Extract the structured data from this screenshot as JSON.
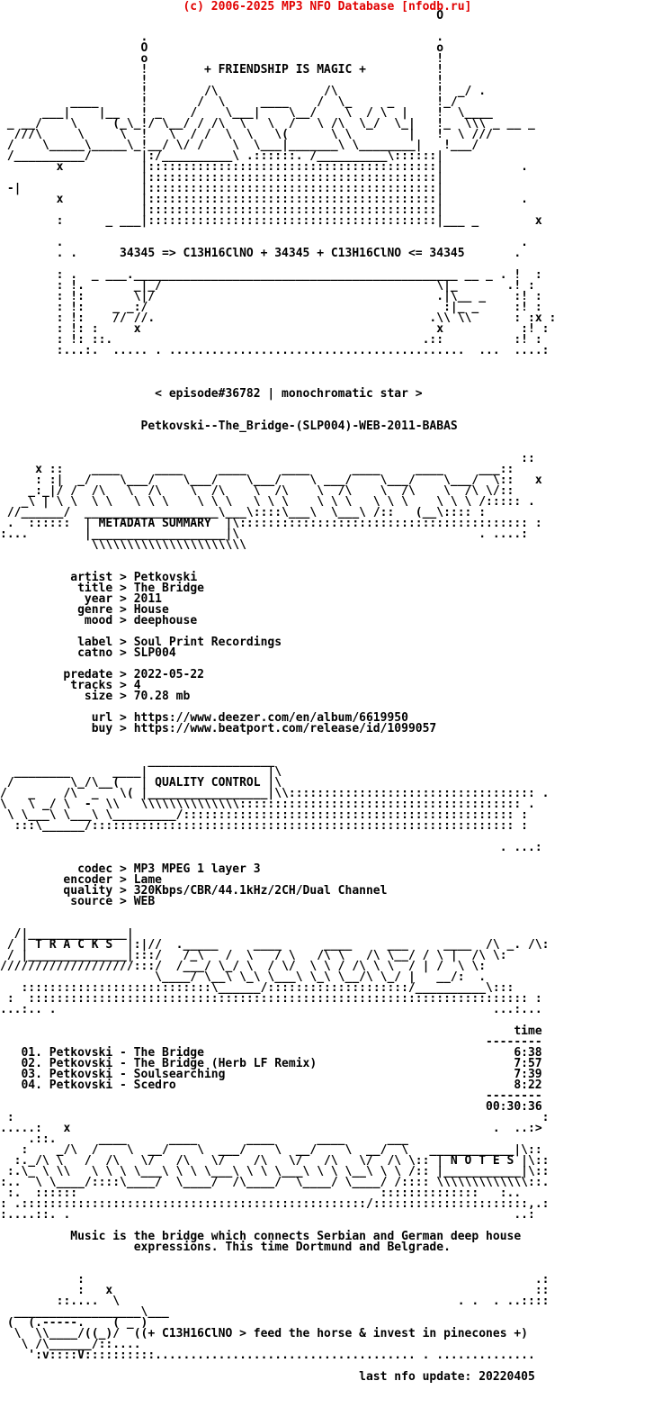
{
  "colors": {
    "background": "#ffffff",
    "text": "#000000",
    "header_red": "#e10000"
  },
  "header": {
    "copyright": "(c) 2006-2025 MP3 NFO Database [nfodb.ru]"
  },
  "slogans": {
    "friendship": "+ FRIENDSHIP IS MAGIC +",
    "chemistry": "34345 => C13H16ClNO + 34345 + C13H16ClNO <= 34345",
    "episode": "< episode#36782 | monochromatic star >",
    "pinecones": "((+ C13H16ClNO > feed the horse & invest in pinecones +)",
    "last_update": "last nfo update: 20220405"
  },
  "release": {
    "name": "Petkovski--The_Bridge-(SLP004)-WEB-2011-BABAS"
  },
  "sections": {
    "metadata_title": "METADATA SUMMARY",
    "quality_title": "QUALITY CONTROL",
    "tracks_title": "T R A C K S",
    "notes_title": "N O T E S"
  },
  "metadata": {
    "sep": " > ",
    "rows": [
      {
        "label": "artist",
        "value": "Petkovski"
      },
      {
        "label": "title",
        "value": "The Bridge"
      },
      {
        "label": "year",
        "value": "2011"
      },
      {
        "label": "genre",
        "value": "House"
      },
      {
        "label": "mood",
        "value": "deephouse"
      },
      {
        "label": "label",
        "value": "Soul Print Recordings"
      },
      {
        "label": "catno",
        "value": "SLP004"
      },
      {
        "label": "predate",
        "value": "2022-05-22"
      },
      {
        "label": "tracks",
        "value": "4"
      },
      {
        "label": "size",
        "value": "70.28 mb"
      },
      {
        "label": "url",
        "value": "https://www.deezer.com/en/album/6619950"
      },
      {
        "label": "buy",
        "value": "https://www.beatport.com/release/id/1099057"
      }
    ]
  },
  "quality": {
    "rows": [
      {
        "label": "codec",
        "value": "MP3 MPEG 1 layer 3"
      },
      {
        "label": "encoder",
        "value": "Lame"
      },
      {
        "label": "quality",
        "value": "320Kbps/CBR/44.1kHz/2CH/Dual Channel"
      },
      {
        "label": "source",
        "value": "WEB"
      }
    ]
  },
  "tracks": {
    "time_header": "time",
    "separator": "--------",
    "total": "00:30:36",
    "rows": [
      {
        "num": "01.",
        "title": "Petkovski - The Bridge",
        "time": "6:38"
      },
      {
        "num": "02.",
        "title": "Petkovski - The Bridge (Herb LF Remix)",
        "time": "7:57"
      },
      {
        "num": "03.",
        "title": "Petkovski - Soulsearching",
        "time": "7:39"
      },
      {
        "num": "04.",
        "title": "Petkovski - Scedro",
        "time": "8:22"
      }
    ]
  },
  "notes": {
    "line1": "Music is the bridge which connects Serbian and German deep house",
    "line2": "expressions. This time Dortmund and Belgrade."
  },
  "art": {
    "top": [
      "                                                              O",
      "",
      "                    .                                         .",
      "                    O                                         o",
      "                    o                                         !",
      "                    !                                         !",
      "                    !                                         !",
      "                    !        /\\               /\\              !  _/ .",
      "          ____      !       /  \\     ____    /  \\_     _      !_/",
      "      ___|    |__   ! _    /    \\___|    \\__/    \\  / \\  |    !  \\____",
      " _ __/    \\     (_\\_!/ \\__/ / /\\  \\   \\  /   \\ /\\  \\_/  \\_|   !_  \\\\\\ _ __ _",
      "  ///\\     \\     \\  !   \\  / /  \\  \\   \\(      \\ \\        |   !  \\ ///",
      " /    \\_____\\_____\\_!__/ \\/ /    \\  \\___|_______\\ \\________|   !___/",
      " /__________/       |:/__________\\ .::::::. /__________\\::::::|",
      "        x           |:::::::::::::::::::::::::::::::::::::::::|           .",
      "                    |:::::::::::::::::::::::::::::::::::::::::|",
      " -|                 |:::::::::::::::::::::::::::::::::::::::::|",
      "        x           |:::::::::::::::::::::::::::::::::::::::::|           .",
      "                    |:::::::::::::::::::::::::::::::::::::::::|",
      "        :      _ ___|:::::::::::::::::::::::::::::::::::::::::|___ _        x",
      "",
      "        .                                                                 .",
      "        . .                                                              ."
    ],
    "bridge": [
      "        : .  _ ___.______________________________________________ __ _ . !  :",
      "        : !.       _|_/                                       \\|_       .! :",
      "        : !:       \\|/                                        .|\\__ _    :! :",
      "        : !:    _ _:/                                          :|_ _     :! :",
      "        : !:    // //.                                       .\\\\ \\\\      : :x :",
      "        : !: :     x                                          x           :! :",
      "        : !: ::.                                            .::          :! :",
      "        :...:.  ..... . ..........................................  ...  ....:"
    ],
    "metadata_header": [
      "                                                                          ::",
      "     x ::    ____     ____     ____     ____      ____     ____     ___::",
      "     : :|  _/    \\___/    \\___/    \\___/    \\ ___/    \\___/    \\___/  \\::   x",
      "    _:_|/ /  /\\   \\  /\\    \\  /\\    \\  /\\    \\  /\\    \\  /\\    \\  /\\ \\/::",
      "   _\\ | \\ \\  \\ \\   \\ \\ \\    \\ \\ \\   \\ \\ \\    \\ \\ \\   \\ \\ \\    \\ \\ \\ /::::: .",
      " //______/  ___________________\\___\\::::\\___\\  \\___\\ /::   (__\\:::: :",
      " .  ::::::  |                   |\\::::::::::::::::::::::::::::::::::::::::: :",
      ":...        |___________________|\\                                  . ....:",
      "             \\\\\\\\\\\\\\\\\\\\\\\\\\\\\\\\\\\\\\\\\\\\"
    ],
    "quality_header": [
      "                     __________________",
      "  ________      ____|                 |\\",
      " /        \\_/\\__(   |                 |\\",
      "/   _    /\\  _   \\( |_________________|\\\\::::::::::::::::::::::::::::::::::: .",
      "\\   \\ _/ \\  -  \\\\   \\\\\\\\\\\\\\\\\\\\\\\\\\\\:::::::::::::::::::::::::::::::::::::::: .",
      " \\ \\___\\ \\___\\ \\_________/::::::::::::::::::::::::::::::::::::::::::::::: :",
      "  :::\\______/:::::::::::::::::::::::::::::::::::::::::::::::::::::::::::: :",
      "",
      "                                                                       . ...:"
    ],
    "tracks_header": [
      "",
      "  /|______________|",
      " / |              |:|//  ._____     ____      ____     ___     ____  /\\ _. /\\:",
      " / |______________|:::/   /_\\   /  \\   / \\   /\\ \\   /\\ \\__/ / \\ |  /\\ \\:",
      "///////////////////:::/  /___/ \\_/ \\  / \\/  \\ \\ / /\\ \\ \\  / | /  \\ \\:",
      "                      \\____/ \\__\\ \\_\\ \\___\\ \\_\\ \\__/\\ \\_/ |   __/:  .",
      "   :::::::::::::::::::::::::::\\______/::::::::::::::::::::/__________\\:::",
      " :  ::::::::::::::::::::::::::::::::::::::::::::::::::::::::::::::::::::::: :",
      "...:.. .                                                              ...:..."
    ],
    "notes_header": [
      " :                                                                           :",
      ".....:   x                                                            .  ..:>",
      "    .::.      ____      ____       ____      ____      ___",
      "   :    _/\\  /    \\  __/    \\  ___/    \\  __/    \\  __/  \\   ____________|\\::",
      "  :._/\\ \\   /  /\\   \\/   /\\   \\/    /\\   \\/   /\\   \\/  /\\ \\:: |           |\\::",
      " :.\\_ \\ \\\\   \\ \\ \\ \\___\\ \\ \\ \\___\\ \\ \\ \\___\\ \\ \\ \\__\\ \\ \\ /:: |___________|\\::",
      ":..  \\ \\____/::::\\____/  \\____/  /\\____/  \\____/ \\____/ /:::: \\\\\\\\\\\\\\\\\\\\\\\\\\::.",
      " :.  ::::::                                           ::::::::::::::   :..",
      ": .:::::::::::::::::::::::::::::::::::::::::::::::::/::::::::::::::::::::::,.:",
      ":....::. .                                                               ..:"
    ],
    "bottom": [
      "",
      "           :                                                                .:",
      "           :   x                                                            ::",
      "        ::....  \\                                                . .  . ..::::",
      "  __________________\\___",
      " (  (.-----.    ( _ )",
      "  \\  \\\\____/((_)/",
      "   \\ /\\______/::....",
      "    ':v::::V::::::::::..................................... . .............."
    ]
  }
}
